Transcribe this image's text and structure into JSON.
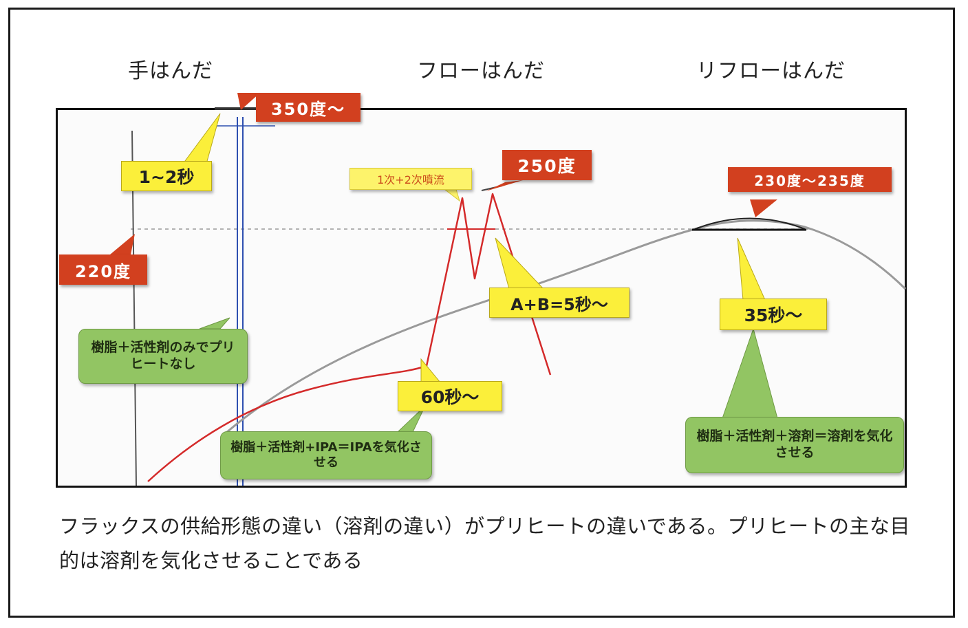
{
  "headings": {
    "hand": "手はんだ",
    "flow": "フローはんだ",
    "reflow": "リフローはんだ"
  },
  "labels": {
    "temp_350": "350度～",
    "time_1_2": "1~2秒",
    "temp_220": "220度",
    "flow_jet": "1次+2次噴流",
    "temp_250": "250度",
    "time_ab": "A+B=5秒～",
    "time_60": "60秒～",
    "temp_230": "230度～235度",
    "time_35": "35秒～"
  },
  "notes": {
    "hand": "樹脂＋活性剤のみでプリヒートなし",
    "flow": "樹脂＋活性剤+IPA＝IPAを気化させる",
    "reflow": "樹脂＋活性剤＋溶剤＝溶剤を気化させる"
  },
  "caption": "フラックスの供給形態の違い（溶剤の違い）がプリヒートの違いである。プリヒートの主な目的は溶剤を気化させることである",
  "colors": {
    "red_label": "#d2401f",
    "yellow_label": "#fbef3a",
    "green_note": "#92c563",
    "flow_curve": "#d42a2a",
    "reflow_curve": "#9a9a9a",
    "hand_line": "#2d4fb0"
  }
}
